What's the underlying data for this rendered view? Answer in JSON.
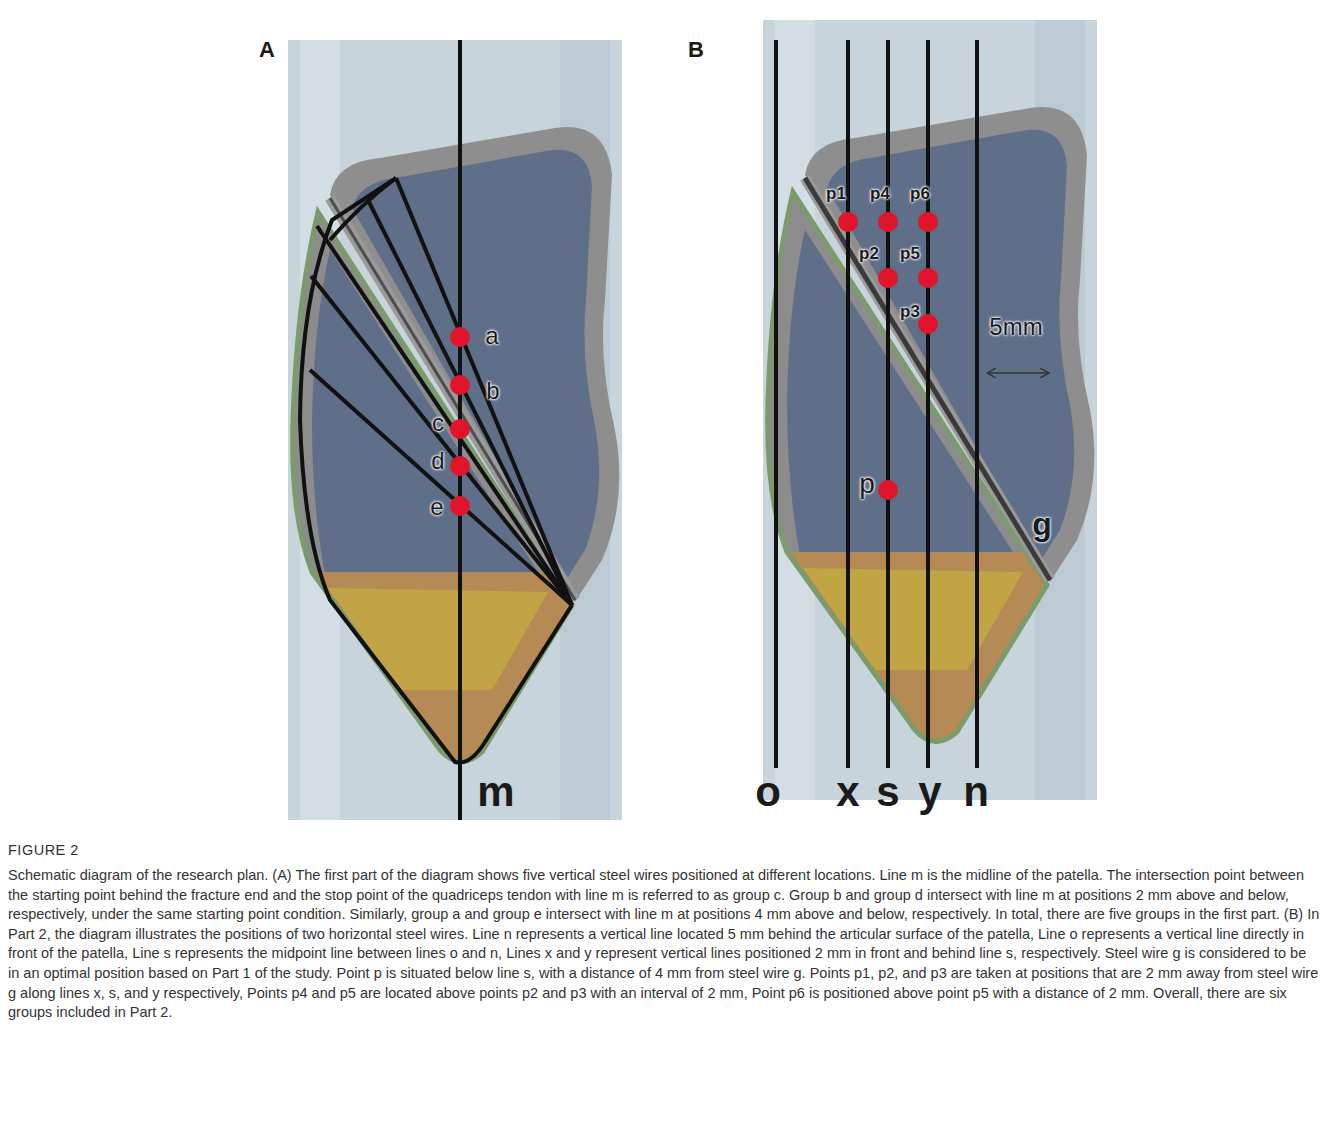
{
  "diagram": {
    "caption": "Schematic diagram of the research plan. (A) The first part of the diagram shows five vertical steel wires positioned at different locations. Line m is the midline of the patella. The intersection point between the starting point behind the fracture end and the stop point of the quadriceps tendon with line m is referred to as group c. Group b and group d intersect with line m at positions 2 mm above and below, respectively, under the same starting point condition. Similarly, group a and group e intersect with line m at positions 4 mm above and below, respectively. In total, there are five groups in the first part. (B) In Part 2, the diagram illustrates the positions of two horizontal steel wires. Line n represents a vertical line located 5 mm behind the articular surface of the patella, Line o represents a vertical line directly in front of the patella, Line s represents the midpoint line between lines o and n, Lines x and y represent vertical lines positioned 2 mm in front and behind line s, respectively. Steel wire g is considered to be in an optimal position based on Part 1 of the study. Point p is situated below line s, with a distance of 4 mm from steel wire g. Points p1, p2, and p3 are taken at positions that are 2 mm away from steel wire g along lines x, s, and y respectively, Points p4 and p5 are located above points p2 and p3 with an interval of 2 mm, Point p6 is positioned above point p5 with a distance of 2 mm. Overall, there are six groups included in Part 2.",
    "labels": [
      "A",
      "B",
      "a",
      "b",
      "c",
      "d",
      "e",
      "m",
      "o",
      "x",
      "s",
      "y",
      "n",
      "p1",
      "p4",
      "p6",
      "p2",
      "p5",
      "p3",
      "5mm",
      "p",
      "g",
      "FIGURE 2"
    ]
  }
}
